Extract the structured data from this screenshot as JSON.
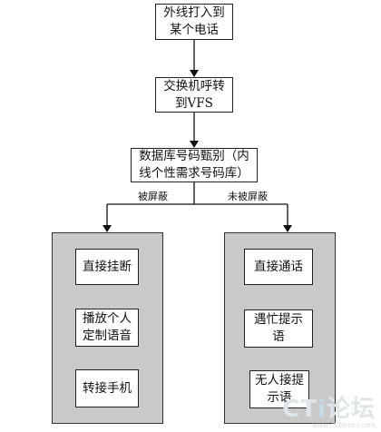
{
  "diagram": {
    "nodes": {
      "incoming_call": "外线打入到\n某个电话",
      "switch_to_vfs": "交换机呼转\n到VFS",
      "database_check": "数据库号码甄别（内\n线个性需求号码库）"
    },
    "branch_labels": {
      "blocked": "被屏蔽",
      "not_blocked": "未被屏蔽"
    },
    "blocked_actions": [
      "直接挂断",
      "播放个人\n定制语音",
      "转接手机"
    ],
    "unblocked_actions": [
      "直接通话",
      "遇忙提示语",
      "无人接提\n示语"
    ]
  },
  "watermark": {
    "brand_prefix": "CT",
    "brand_accent": "i",
    "brand_suffix": "论坛",
    "url": "www.ctiforum.com"
  }
}
